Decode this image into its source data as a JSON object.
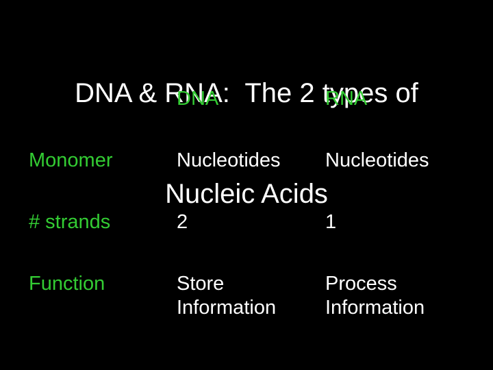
{
  "slide": {
    "title": {
      "line1": "DNA & RNA:  The 2 types of",
      "line2": "Nucleic Acids"
    },
    "table": {
      "headers": {
        "label_col": "",
        "dna": "DNA",
        "rna": "RNA"
      },
      "rows": [
        {
          "label": "Monomer",
          "dna": "Nucleotides",
          "rna": "Nucleotides"
        },
        {
          "label": "# strands",
          "dna": "2",
          "rna": "1"
        },
        {
          "label": "Function",
          "dna": "Store Information",
          "rna": "Process Information"
        }
      ]
    },
    "colors": {
      "background": "#000000",
      "title_text": "#ffffff",
      "header_text": "#33cc33",
      "label_text": "#33cc33",
      "value_text": "#ffffff"
    }
  }
}
